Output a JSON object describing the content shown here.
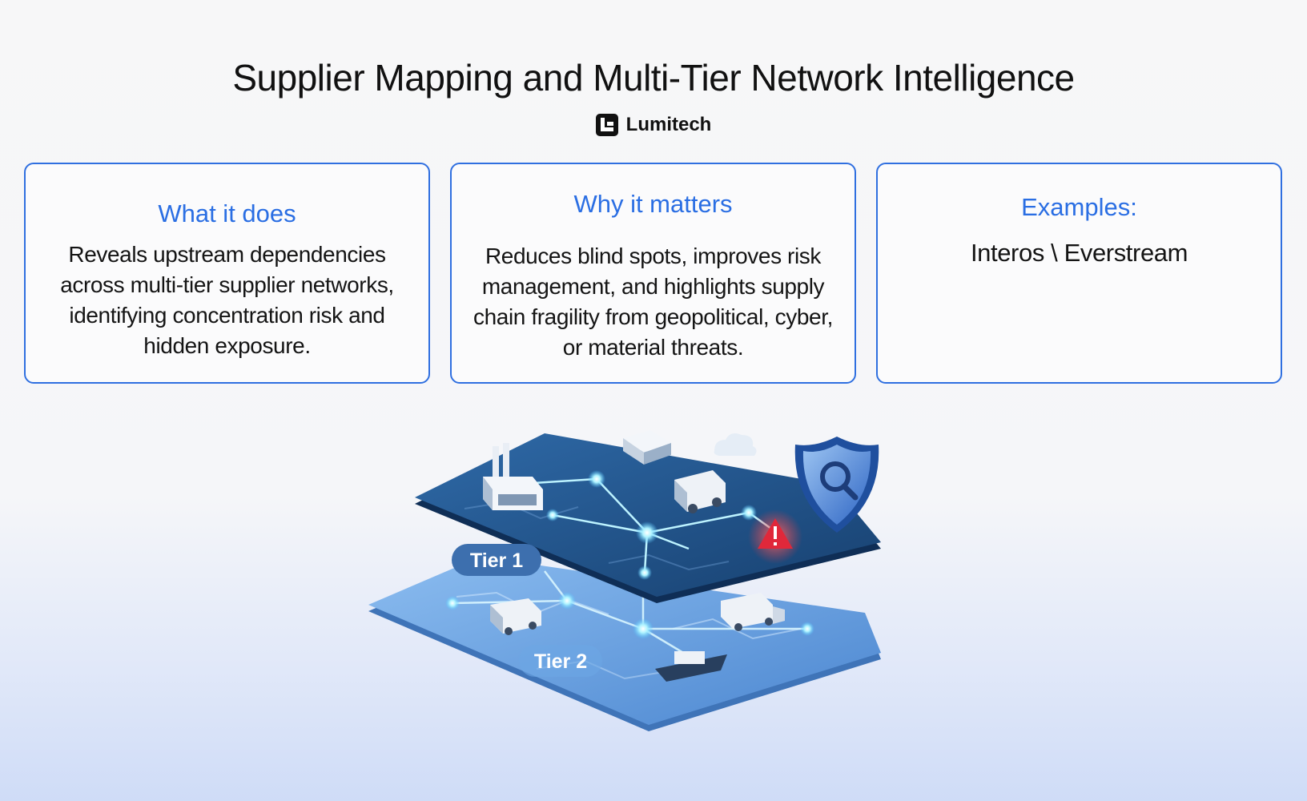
{
  "header": {
    "title": "Supplier Mapping and Multi-Tier Network Intelligence",
    "brand": "Lumitech"
  },
  "cards": [
    {
      "heading": "What it does",
      "body": "Reveals upstream dependencies across multi-tier supplier networks, identifying concentration risk and hidden exposure."
    },
    {
      "heading": "Why it matters",
      "body": "Reduces blind spots, improves risk management, and highlights supply chain fragility from geopolitical, cyber, or material threats."
    },
    {
      "heading": "Examples:",
      "body": "Interos \\ Everstream"
    }
  ],
  "illustration": {
    "tier1_label": "Tier 1",
    "tier2_label": "Tier 2",
    "icons": [
      "factory-icon",
      "warehouse-icon",
      "cloud-icon",
      "shield-search-icon",
      "truck-icon",
      "warning-icon",
      "van-icon",
      "ship-icon"
    ],
    "colors": {
      "accent": "#2a6ee3",
      "tier1_plate": "#1d4f88",
      "tier2_plate": "#5d9be0",
      "node_glow": "#aef3ff",
      "warning": "#e0283a"
    }
  }
}
